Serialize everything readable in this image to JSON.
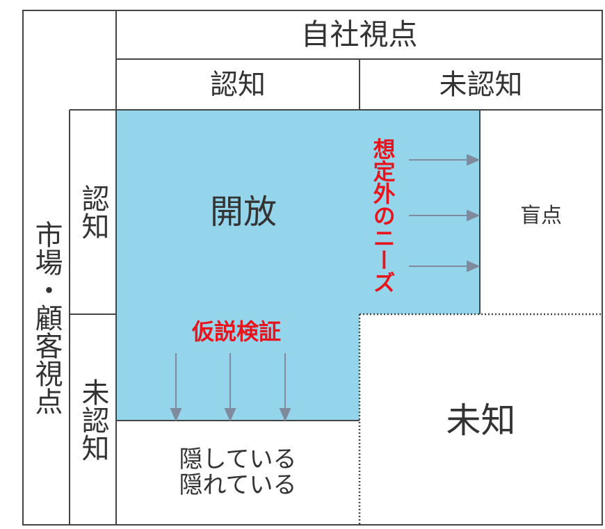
{
  "header": {
    "company_view": "自社視点",
    "company_known": "認知",
    "company_unknown": "未認知"
  },
  "side": {
    "market_view": "市場・顧客視点",
    "market_known": "認知",
    "market_unknown": "未認知"
  },
  "quadrants": {
    "open": "開放",
    "blind": "盲点",
    "hidden_line1": "隠している",
    "hidden_line2": "隠れている",
    "unknown": "未知"
  },
  "annotations": {
    "unexpected_needs": "想定外のニーズ",
    "hypothesis_testing": "仮説検証"
  },
  "colors": {
    "open_fill": "#94d5ec",
    "annotation": "#e8141c",
    "arrow": "#7f8a9c",
    "line": "#444444"
  }
}
